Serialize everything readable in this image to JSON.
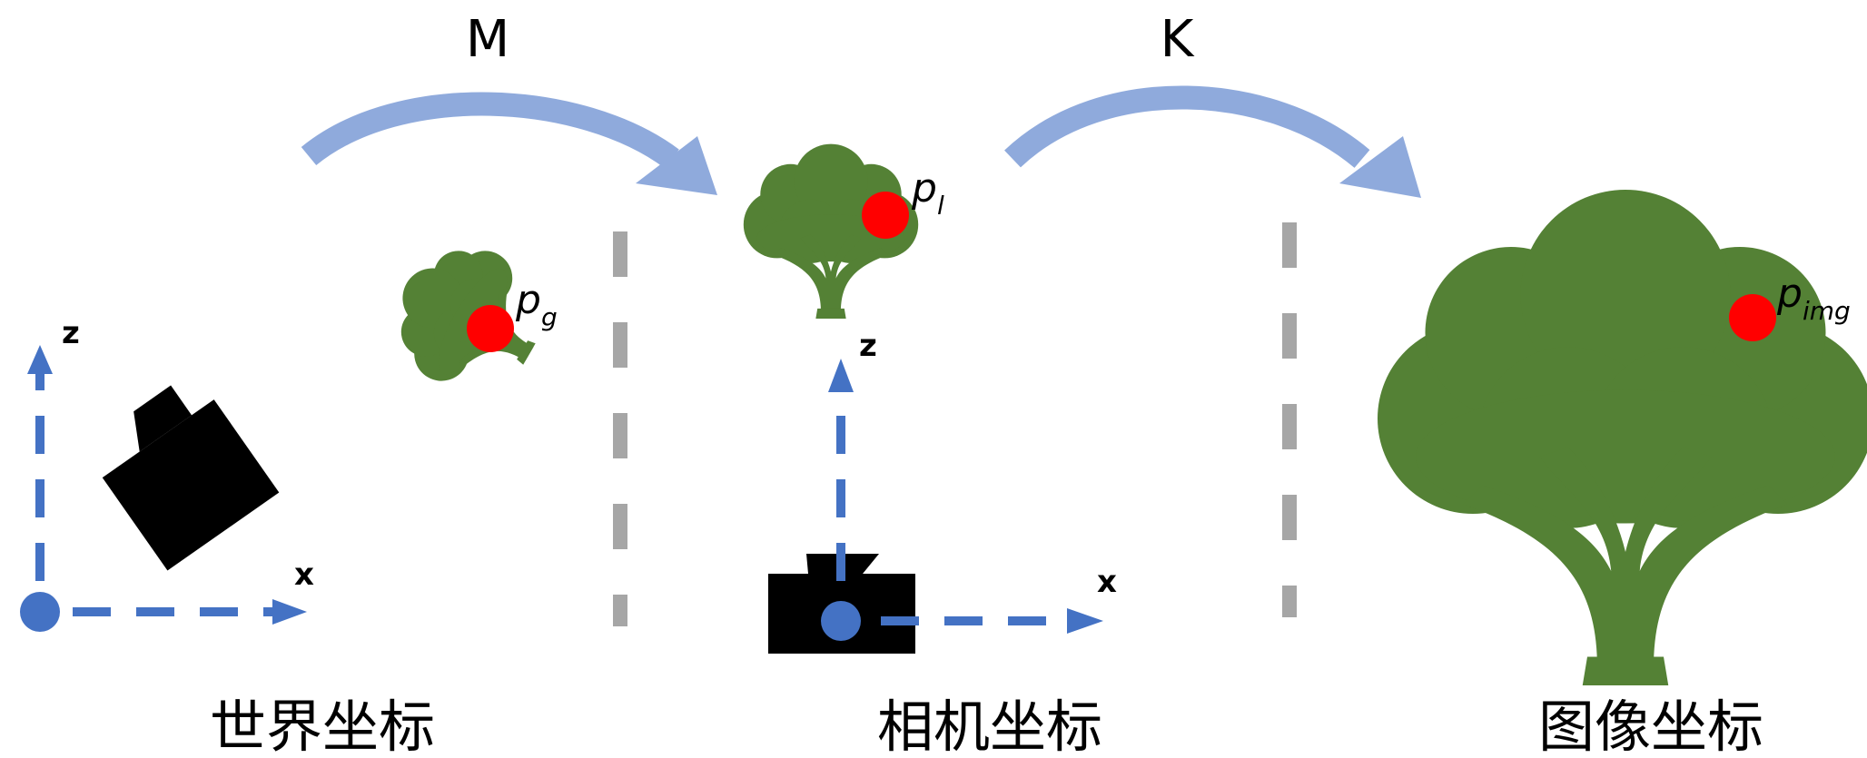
{
  "transforms": {
    "m_label": "M",
    "k_label": "K"
  },
  "frames": {
    "world_caption": "世界坐标",
    "camera_caption": "相机坐标",
    "image_caption": "图像坐标"
  },
  "axes": {
    "world_x": "x",
    "world_z": "z",
    "camera_x": "x",
    "camera_z": "z"
  },
  "points": {
    "world_base": "p",
    "world_sub": "g",
    "camera_base": "p",
    "camera_sub": "l",
    "image_base": "p",
    "image_sub": "img"
  },
  "colors": {
    "arc_arrow": "#8faadc",
    "axis_blue": "#4472c4",
    "tree_green": "#548135",
    "point_red": "#ff0000",
    "divider_grey": "#a6a6a6",
    "camera_body": "#000000"
  }
}
